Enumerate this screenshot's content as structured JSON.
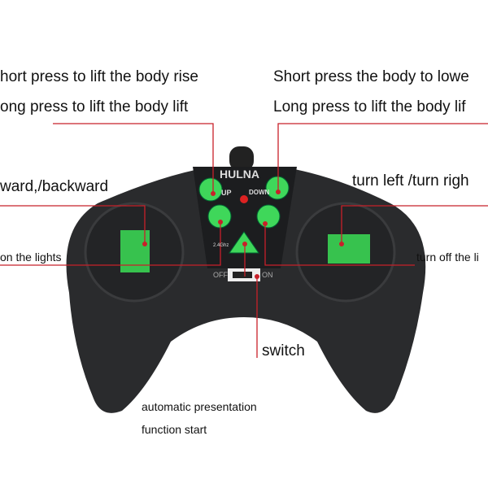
{
  "labels": {
    "left_short": "hort press to lift the body rise",
    "left_long": "ong press to lift the body lift",
    "forward_backward": "ward,/backward",
    "lights_on": "on the lights",
    "right_short": "Short press the body to lowe",
    "right_long": "Long press to lift the body lif",
    "turn": "turn left /turn righ",
    "lights_off": "turn off the li",
    "switch": "switch",
    "auto1": "automatic presentation",
    "auto2": "function start"
  },
  "controller": {
    "brand": "HULNA",
    "up": "UP",
    "down": "DOWN",
    "off": "OFF",
    "on": "ON",
    "freq": "2.4Ghz"
  },
  "colors": {
    "body": "#2a2b2d",
    "button": "#3fd75a",
    "line": "#c8202a"
  }
}
